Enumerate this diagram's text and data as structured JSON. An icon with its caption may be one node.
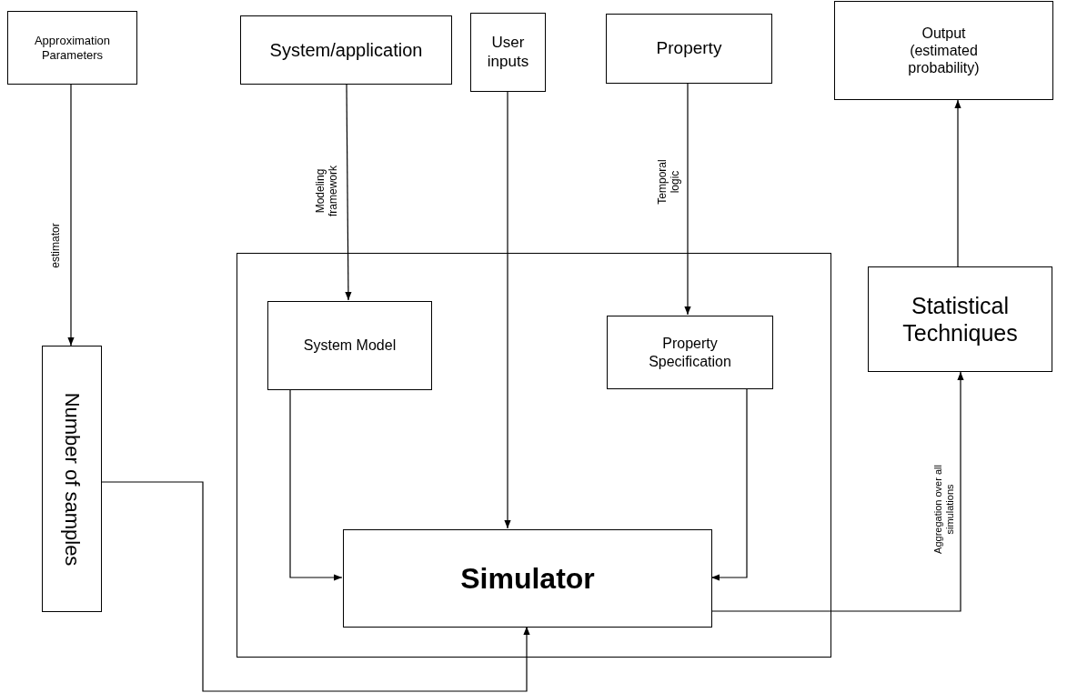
{
  "diagram": {
    "nodes": [
      {
        "text": [
          "Approximation Parameters"
        ]
      },
      {
        "text": [
          "System/application"
        ]
      },
      {
        "text": [
          "User inputs"
        ]
      },
      {
        "text": [
          "Property"
        ]
      },
      {
        "text": [
          "Output (estimated probability)"
        ]
      },
      {
        "text": [],
        "shape": "box"
      },
      {
        "text": [
          "System Model"
        ],
        "in": 5
      },
      {
        "text": [
          "Property Specification"
        ],
        "in": 5
      },
      {
        "text": [
          "Simulator"
        ],
        "in": 5
      },
      {
        "text": [
          "Statistical Techniques"
        ]
      },
      {
        "text": [
          "Number of samples"
        ]
      }
    ],
    "edges": [
      {
        "from": 0,
        "to": 10,
        "arrow": "to",
        "label": "estimator"
      },
      {
        "from": 1,
        "to": 6,
        "arrow": "to",
        "label": "Modeling framework"
      },
      {
        "from": 2,
        "to": 8,
        "arrow": "to"
      },
      {
        "from": 3,
        "to": 7,
        "arrow": "to",
        "label": "Temporal logic"
      },
      {
        "from": 6,
        "to": 8,
        "arrow": "to"
      },
      {
        "from": 7,
        "to": 8,
        "arrow": "to"
      },
      {
        "from": 8,
        "to": 9,
        "arrow": "to",
        "label": "Aggregation over all simulations"
      },
      {
        "from": 9,
        "to": 4,
        "arrow": "to"
      },
      {
        "from": 10,
        "to": 8,
        "arrow": "to"
      }
    ]
  }
}
